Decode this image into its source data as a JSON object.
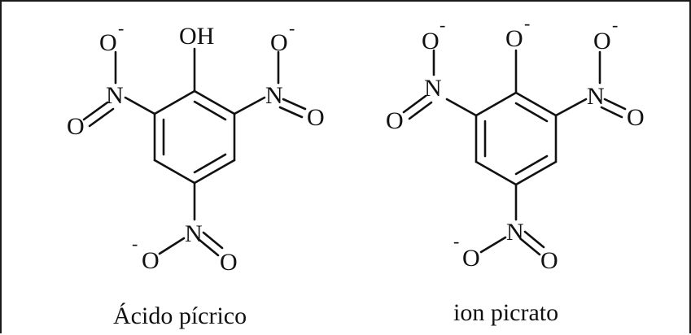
{
  "molecules": [
    {
      "caption": "Ácido pícrico",
      "top_group": "OH",
      "top_charge": "",
      "left_nitro": {
        "n": "N",
        "o_top": "O",
        "o_top_charge": "-",
        "o_side": "O"
      },
      "right_nitro": {
        "n": "N",
        "o_top": "O",
        "o_top_charge": "-",
        "o_side": "O"
      },
      "bottom_nitro": {
        "n": "N",
        "o_left": "O",
        "o_left_charge": "-",
        "o_right": "O"
      }
    },
    {
      "caption": "ion picrato",
      "top_group": "O",
      "top_charge": "-",
      "left_nitro": {
        "n": "N",
        "o_top": "O",
        "o_top_charge": "-",
        "o_side": "O"
      },
      "right_nitro": {
        "n": "N",
        "o_top": "O",
        "o_top_charge": "-",
        "o_side": "O"
      },
      "bottom_nitro": {
        "n": "N",
        "o_left": "O",
        "o_left_charge": "-",
        "o_right": "O"
      }
    }
  ]
}
